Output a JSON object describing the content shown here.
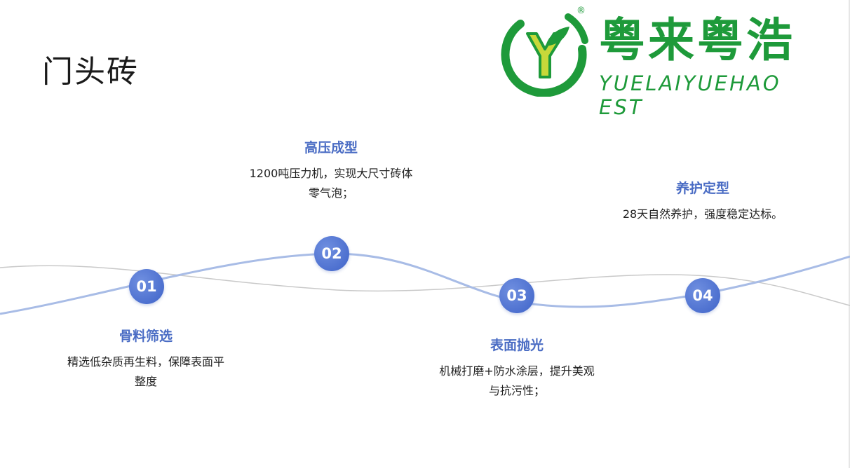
{
  "title": "门头砖",
  "logo": {
    "name": "粤来粤浩",
    "subtitle": "YUELAIYUEHAO EST",
    "registered_mark": "®",
    "brand_color": "#1e9a3a",
    "icon": "leaf-y-emblem-icon"
  },
  "accent_color": "#4a6cc4",
  "steps": [
    {
      "number": "01",
      "title": "骨料筛选",
      "desc_line1": "精选低杂质再生料，保障表面平",
      "desc_line2": "整度"
    },
    {
      "number": "02",
      "title": "高压成型",
      "desc_line1": "1200吨压力机，实现大尺寸砖体",
      "desc_line2": "零气泡；"
    },
    {
      "number": "03",
      "title": "表面抛光",
      "desc_line1": "机械打磨+防水涂层，提升美观",
      "desc_line2": "与抗污性；"
    },
    {
      "number": "04",
      "title": "养护定型",
      "desc_line1": "28天自然养护，强度稳定达标。",
      "desc_line2": ""
    }
  ]
}
